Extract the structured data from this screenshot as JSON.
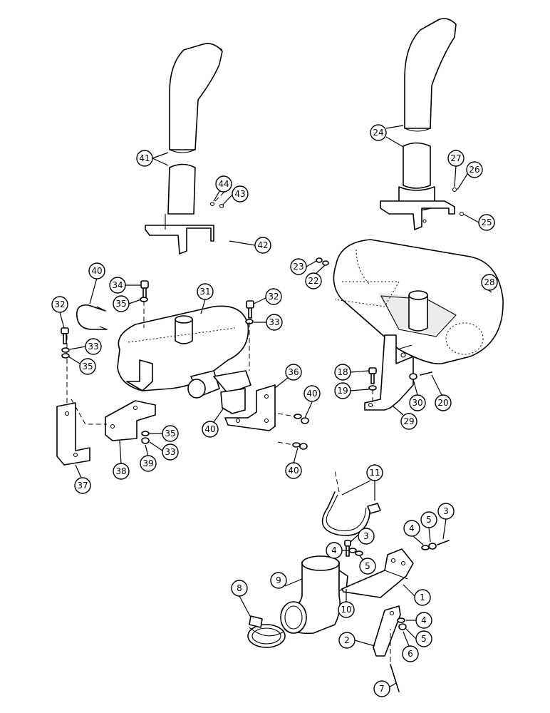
{
  "callouts": [
    {
      "id": "41",
      "label": "41"
    },
    {
      "id": "44",
      "label": "44"
    },
    {
      "id": "43",
      "label": "43"
    },
    {
      "id": "42",
      "label": "42"
    },
    {
      "id": "24",
      "label": "24"
    },
    {
      "id": "27",
      "label": "27"
    },
    {
      "id": "26",
      "label": "26"
    },
    {
      "id": "25",
      "label": "25"
    },
    {
      "id": "23",
      "label": "23"
    },
    {
      "id": "22",
      "label": "22"
    },
    {
      "id": "28",
      "label": "28"
    },
    {
      "id": "40a",
      "label": "40"
    },
    {
      "id": "34",
      "label": "34"
    },
    {
      "id": "35a",
      "label": "35"
    },
    {
      "id": "31",
      "label": "31"
    },
    {
      "id": "32a",
      "label": "32"
    },
    {
      "id": "32b",
      "label": "32"
    },
    {
      "id": "33a",
      "label": "33"
    },
    {
      "id": "33b",
      "label": "33"
    },
    {
      "id": "35b",
      "label": "35"
    },
    {
      "id": "36",
      "label": "36"
    },
    {
      "id": "40b",
      "label": "40"
    },
    {
      "id": "40c",
      "label": "40"
    },
    {
      "id": "40d",
      "label": "40"
    },
    {
      "id": "35c",
      "label": "35"
    },
    {
      "id": "33c",
      "label": "33"
    },
    {
      "id": "39",
      "label": "39"
    },
    {
      "id": "37",
      "label": "37"
    },
    {
      "id": "38",
      "label": "38"
    },
    {
      "id": "18",
      "label": "18"
    },
    {
      "id": "19",
      "label": "19"
    },
    {
      "id": "30",
      "label": "30"
    },
    {
      "id": "20",
      "label": "20"
    },
    {
      "id": "29",
      "label": "29"
    },
    {
      "id": "11",
      "label": "11"
    },
    {
      "id": "3a",
      "label": "3"
    },
    {
      "id": "5a",
      "label": "5"
    },
    {
      "id": "4a",
      "label": "4"
    },
    {
      "id": "3b",
      "label": "3"
    },
    {
      "id": "4b",
      "label": "4"
    },
    {
      "id": "5b",
      "label": "5"
    },
    {
      "id": "8",
      "label": "8"
    },
    {
      "id": "9",
      "label": "9"
    },
    {
      "id": "10",
      "label": "10"
    },
    {
      "id": "1",
      "label": "1"
    },
    {
      "id": "2",
      "label": "2"
    },
    {
      "id": "4c",
      "label": "4"
    },
    {
      "id": "5c",
      "label": "5"
    },
    {
      "id": "6",
      "label": "6"
    },
    {
      "id": "7",
      "label": "7"
    }
  ]
}
